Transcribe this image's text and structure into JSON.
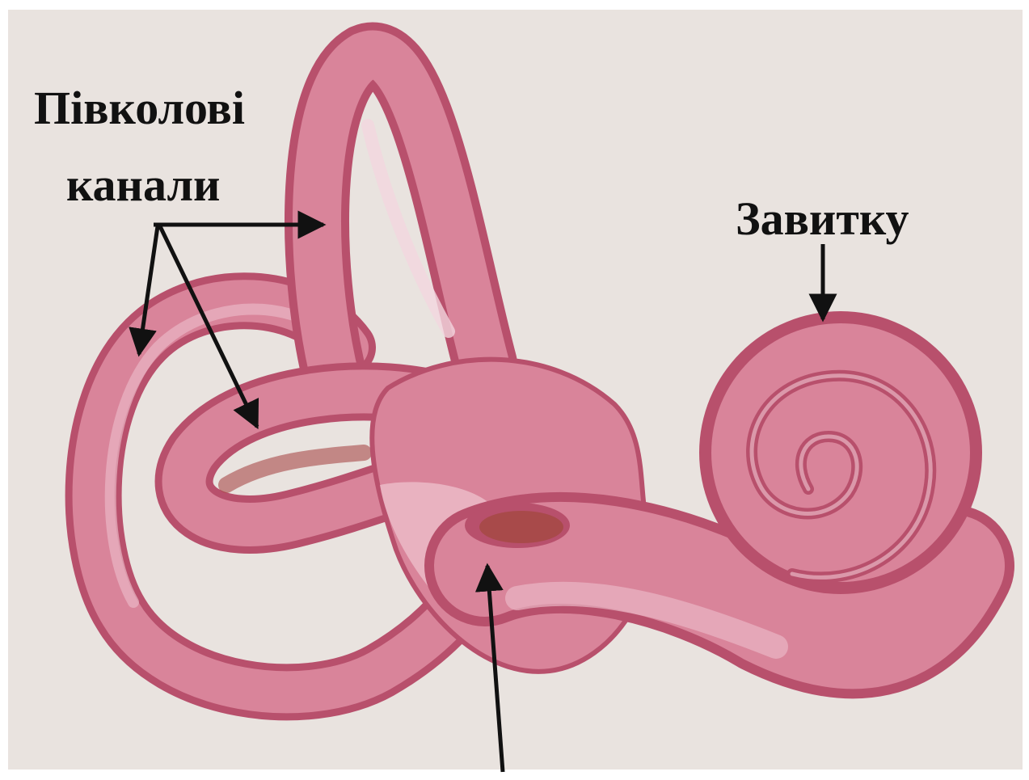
{
  "labels": {
    "semicircular_canals": {
      "line1": "Півколові",
      "line2": "канали"
    },
    "cochlea": "Завитку"
  },
  "colors": {
    "background": "#e9e3df",
    "tissue_fill": "#d9849a",
    "tissue_light": "#eab7c4",
    "tissue_edge": "#b8506c",
    "oval_window": "#a84a4a",
    "arrow": "#111111"
  }
}
